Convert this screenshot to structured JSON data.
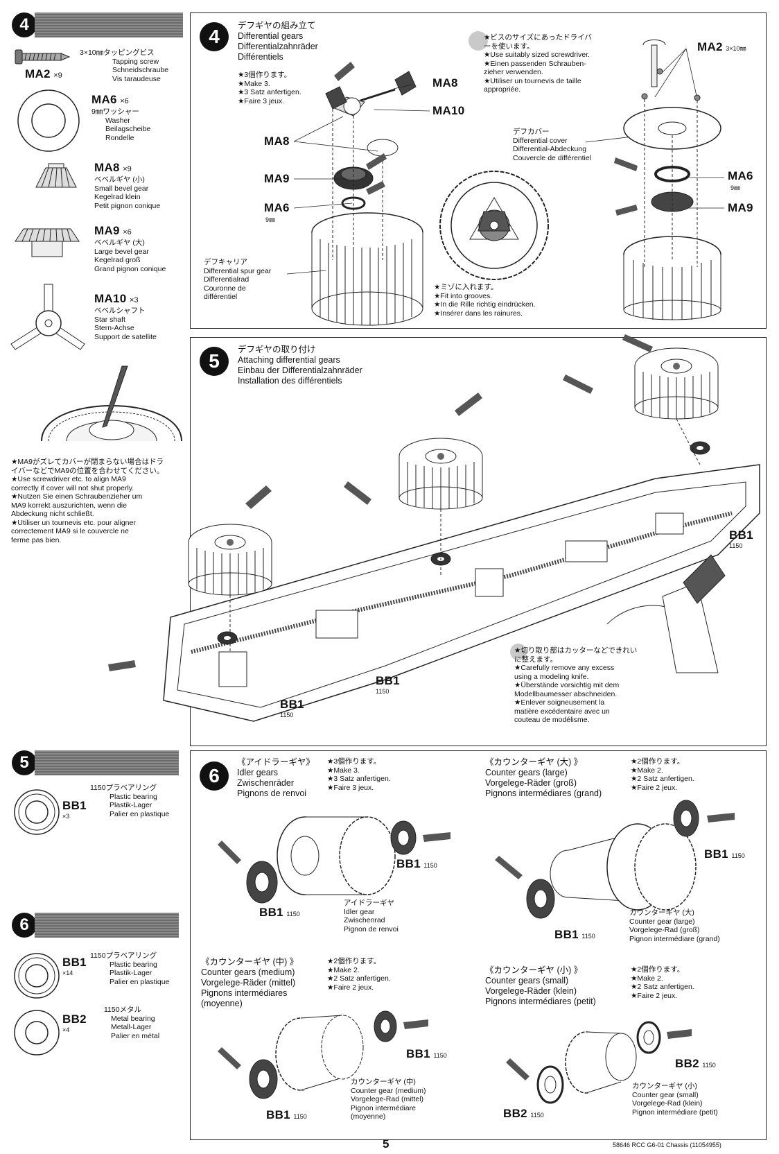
{
  "sidebar_step4": {
    "number": "4",
    "ma2": {
      "code": "MA2",
      "qty": "×9",
      "size": "3×10㎜タッピングビス",
      "lines": [
        "Tapping screw",
        "Schneidschraube",
        "Vis taraudeuse"
      ]
    },
    "ma6": {
      "code": "MA6",
      "qty": "×6",
      "lines": [
        "9㎜ワッシャー",
        "Washer",
        "Beilagscheibe",
        "Rondelle"
      ]
    },
    "ma8": {
      "code": "MA8",
      "qty": "×9",
      "lines": [
        "ベベルギヤ (小)",
        "Small bevel gear",
        "Kegelrad klein",
        "Petit pignon conique"
      ]
    },
    "ma9": {
      "code": "MA9",
      "qty": "×6",
      "lines": [
        "ベベルギヤ (大)",
        "Large bevel gear",
        "Kegelrad groß",
        "Grand pignon conique"
      ]
    },
    "ma10": {
      "code": "MA10",
      "qty": "×3",
      "lines": [
        "ベベルシャフト",
        "Star shaft",
        "Stern-Achse",
        "Support de satellite"
      ]
    },
    "note": [
      "★MA9がズレてカバーが閉まらない場合はドラ",
      "イバーなどでMA9の位置を合わせてください。",
      "★Use screwdriver etc. to align MA9",
      "correctly if cover will not shut properly.",
      "★Nutzen Sie einen Schraubenzieher um",
      "MA9 korrekt auszurichten, wenn die",
      "Abdeckung nicht schließt.",
      "★Utiliser un tournevis etc. pour aligner",
      "correctement MA9 si le couvercle ne",
      "ferme pas bien."
    ]
  },
  "step4": {
    "number": "4",
    "title": [
      "デフギヤの組み立て",
      "Differential gears",
      "Differentialzahnräder",
      "Différentiels"
    ],
    "make": [
      "★3個作ります。",
      "★Make 3.",
      "★3 Satz anfertigen.",
      "★Faire 3 jeux."
    ],
    "labels": {
      "ma8a": "MA8",
      "ma10": "MA10",
      "ma8b": "MA8",
      "ma9": "MA9",
      "ma6": "MA6",
      "ma6_sub": "9㎜",
      "ma2": "MA2",
      "ma2_sub": "3×10㎜",
      "ma6r": "MA6",
      "ma6r_sub": "9㎜",
      "ma9r": "MA9"
    },
    "carrier": [
      "デフキャリア",
      "Differential spur gear",
      "Differentialrad",
      "Couronne de",
      "différentiel"
    ],
    "screwdriver": [
      "★ビスのサイズにあったドライバ",
      "ーを使います。",
      "★Use suitably sized screwdriver.",
      "★Einen passenden Schrauben-",
      "zieher verwenden.",
      "★Utiliser un tournevis de taille",
      "appropriée."
    ],
    "cover": [
      "デフカバー",
      "Differential cover",
      "Differential-Abdeckung",
      "Couvercle de différentiel"
    ],
    "grooves": [
      "★ミゾに入れます。",
      "★Fit into grooves.",
      "★In die Rille richtig eindrücken.",
      "★Insérer dans les rainures."
    ]
  },
  "step5": {
    "number": "5",
    "title": [
      "デフギヤの取り付け",
      "Attaching differential gears",
      "Einbau der Differentialzahnräder",
      "Installation des différentiels"
    ],
    "bb": "BB1",
    "bb_sub": "1150",
    "knife": [
      "★切り取り部はカッターなどできれい",
      "に整えます。",
      "★Carefully remove any excess",
      "using a modeling knife.",
      "★Überstände vorsichtig mit dem",
      "Modellbaumesser abschneiden.",
      "★Enlever soigneusement la",
      "matière excédentaire avec un",
      "couteau de modélisme."
    ]
  },
  "sidebar_step5": {
    "number": "5",
    "bb1": {
      "code": "BB1",
      "qty": "×3",
      "lines": [
        "1150プラベアリング",
        "Plastic bearing",
        "Plastik-Lager",
        "Palier en plastique"
      ]
    }
  },
  "sidebar_step6": {
    "number": "6",
    "bb1": {
      "code": "BB1",
      "qty": "×14",
      "lines": [
        "1150プラベアリング",
        "Plastic bearing",
        "Plastik-Lager",
        "Palier en plastique"
      ]
    },
    "bb2": {
      "code": "BB2",
      "qty": "×4",
      "lines": [
        "1150メタル",
        "Metal bearing",
        "Metall-Lager",
        "Palier en métal"
      ]
    }
  },
  "step6": {
    "number": "6",
    "idler": {
      "title": [
        "《アイドラーギヤ》",
        "Idler gears",
        "Zwischenräder",
        "Pignons de renvoi"
      ],
      "make": [
        "★3個作ります。",
        "★Make 3.",
        "★3 Satz anfertigen.",
        "★Faire 3 jeux."
      ],
      "part": [
        "アイドラーギヤ",
        "Idler gear",
        "Zwischenrad",
        "Pignon de renvoi"
      ],
      "bb": "BB1",
      "bb_sub": "1150"
    },
    "large": {
      "title": [
        "《カウンターギヤ (大) 》",
        "Counter gears (large)",
        "Vorgelege-Räder (groß)",
        "Pignons intermédiares (grand)"
      ],
      "make": [
        "★2個作ります。",
        "★Make 2.",
        "★2 Satz anfertigen.",
        "★Faire 2 jeux."
      ],
      "part": [
        "カウンターギヤ (大)",
        "Counter gear (large)",
        "Vorgelege-Rad (groß)",
        "Pignon intermédiare (grand)"
      ],
      "bb": "BB1",
      "bb_sub": "1150"
    },
    "medium": {
      "title": [
        "《カウンターギヤ (中) 》",
        "Counter gears (medium)",
        "Vorgelege-Räder (mittel)",
        "Pignons intermédiares",
        "(moyenne)"
      ],
      "make": [
        "★2個作ります。",
        "★Make 2.",
        "★2 Satz anfertigen.",
        "★Faire 2 jeux."
      ],
      "part": [
        "カウンターギヤ (中)",
        "Counter gear (medium)",
        "Vorgelege-Rad (mittel)",
        "Pignon intermédiare",
        "(moyenne)"
      ],
      "bb": "BB1",
      "bb_sub": "1150"
    },
    "small": {
      "title": [
        "《カウンターギヤ (小) 》",
        "Counter gears (small)",
        "Vorgelege-Räder (klein)",
        "Pignons intermédiares (petit)"
      ],
      "make": [
        "★2個作ります。",
        "★Make 2.",
        "★2 Satz anfertigen.",
        "★Faire 2 jeux."
      ],
      "part": [
        "カウンターギヤ (小)",
        "Counter gear (small)",
        "Vorgelege-Rad (klein)",
        "Pignon intermédiare (petit)"
      ],
      "bb": "BB2",
      "bb_sub": "1150"
    }
  },
  "footer": {
    "page": "5",
    "code": "58646 RCC G6-01 Chassis (11054955)"
  }
}
